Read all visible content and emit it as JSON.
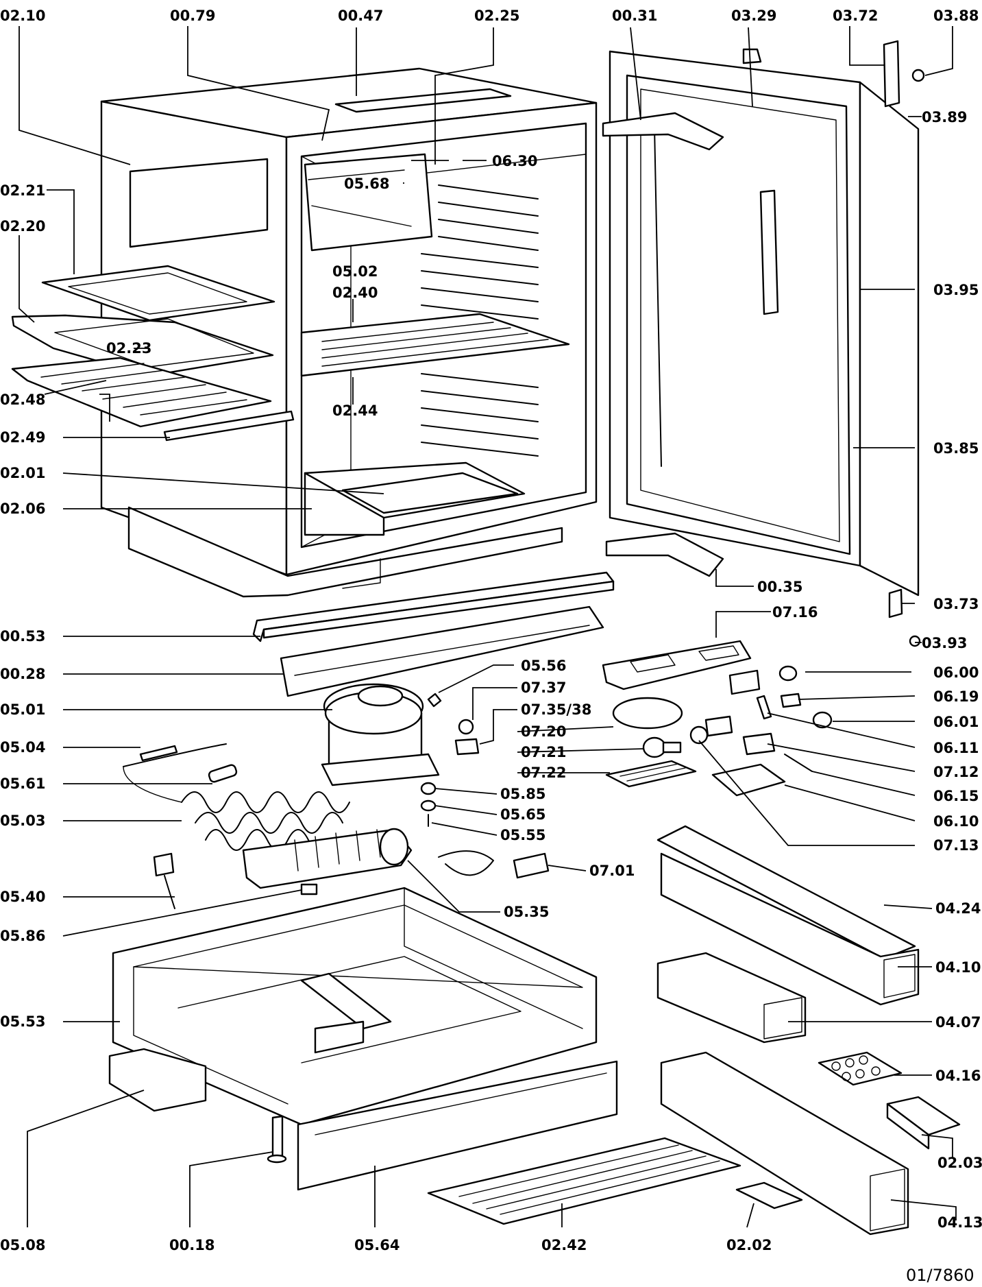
{
  "drawing_ref": "01/7860",
  "labels": [
    {
      "id": "p0210",
      "text": "02.10"
    },
    {
      "id": "p0079",
      "text": "00.79"
    },
    {
      "id": "p0047",
      "text": "00.47"
    },
    {
      "id": "p0225",
      "text": "02.25"
    },
    {
      "id": "p0031",
      "text": "00.31"
    },
    {
      "id": "p0329",
      "text": "03.29"
    },
    {
      "id": "p0372",
      "text": "03.72"
    },
    {
      "id": "p0388",
      "text": "03.88"
    },
    {
      "id": "p0389",
      "text": "03.89"
    },
    {
      "id": "p0630",
      "text": "06.30"
    },
    {
      "id": "p0568",
      "text": "05.68"
    },
    {
      "id": "p0221",
      "text": "02.21"
    },
    {
      "id": "p0220",
      "text": "02.20"
    },
    {
      "id": "p0502",
      "text": "05.02"
    },
    {
      "id": "p0240",
      "text": "02.40"
    },
    {
      "id": "p0395",
      "text": "03.95"
    },
    {
      "id": "p0223",
      "text": "02.23"
    },
    {
      "id": "p0248",
      "text": "02.48"
    },
    {
      "id": "p0244",
      "text": "02.44"
    },
    {
      "id": "p0249",
      "text": "02.49"
    },
    {
      "id": "p0385",
      "text": "03.85"
    },
    {
      "id": "p0201",
      "text": "02.01"
    },
    {
      "id": "p0206",
      "text": "02.06"
    },
    {
      "id": "p0035",
      "text": "00.35"
    },
    {
      "id": "p0373",
      "text": "03.73"
    },
    {
      "id": "p0716",
      "text": "07.16"
    },
    {
      "id": "p0053",
      "text": "00.53"
    },
    {
      "id": "p0393",
      "text": "03.93"
    },
    {
      "id": "p0556",
      "text": "05.56"
    },
    {
      "id": "p0028",
      "text": "00.28"
    },
    {
      "id": "p0600",
      "text": "06.00"
    },
    {
      "id": "p0737",
      "text": "07.37"
    },
    {
      "id": "p0619",
      "text": "06.19"
    },
    {
      "id": "p0501",
      "text": "05.01"
    },
    {
      "id": "p0735",
      "text": "07.35/38"
    },
    {
      "id": "p0601",
      "text": "06.01"
    },
    {
      "id": "p0720",
      "text": "07.20"
    },
    {
      "id": "p0504",
      "text": "05.04"
    },
    {
      "id": "p0611",
      "text": "06.11"
    },
    {
      "id": "p0721",
      "text": "07.21"
    },
    {
      "id": "p0712",
      "text": "07.12"
    },
    {
      "id": "p0722",
      "text": "07.22"
    },
    {
      "id": "p0561",
      "text": "05.61"
    },
    {
      "id": "p0585",
      "text": "05.85"
    },
    {
      "id": "p0615",
      "text": "06.15"
    },
    {
      "id": "p0503",
      "text": "05.03"
    },
    {
      "id": "p0565",
      "text": "05.65"
    },
    {
      "id": "p0610",
      "text": "06.10"
    },
    {
      "id": "p0555",
      "text": "05.55"
    },
    {
      "id": "p0713",
      "text": "07.13"
    },
    {
      "id": "p0701",
      "text": "07.01"
    },
    {
      "id": "p0540",
      "text": "05.40"
    },
    {
      "id": "p0535",
      "text": "05.35"
    },
    {
      "id": "p0424",
      "text": "04.24"
    },
    {
      "id": "p0586",
      "text": "05.86"
    },
    {
      "id": "p0410",
      "text": "04.10"
    },
    {
      "id": "p0553",
      "text": "05.53"
    },
    {
      "id": "p0407",
      "text": "04.07"
    },
    {
      "id": "p0416",
      "text": "04.16"
    },
    {
      "id": "p0203",
      "text": "02.03"
    },
    {
      "id": "p0508",
      "text": "05.08"
    },
    {
      "id": "p0018",
      "text": "00.18"
    },
    {
      "id": "p0564",
      "text": "05.64"
    },
    {
      "id": "p0242",
      "text": "02.42"
    },
    {
      "id": "p0202",
      "text": "02.02"
    },
    {
      "id": "p0413",
      "text": "04.13"
    }
  ]
}
